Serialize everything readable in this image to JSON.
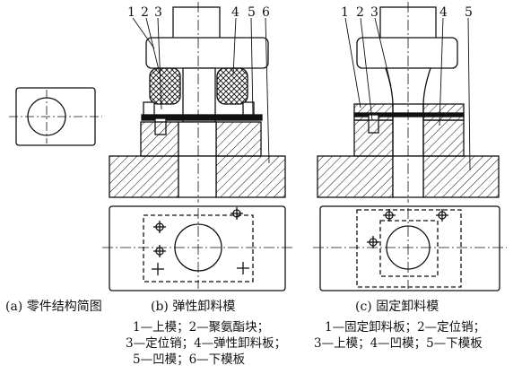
{
  "panel_a": {
    "caption": "(a) 零件结构简图"
  },
  "panel_b": {
    "labels": [
      "1",
      "2",
      "3",
      "4",
      "5",
      "6"
    ],
    "caption": "(b) 弹性卸料模",
    "legend": [
      "1—上模；2—聚氨酯块；",
      "3—定位销；4—弹性卸料板；",
      "5—凹模；6—下模板"
    ]
  },
  "panel_c": {
    "labels": [
      "1",
      "2",
      "3",
      "4",
      "5"
    ],
    "caption": "(c) 固定卸料模",
    "legend": [
      "1—固定卸料板；2—定位销；",
      "3—上模；4—凹模；5—下模板"
    ]
  }
}
